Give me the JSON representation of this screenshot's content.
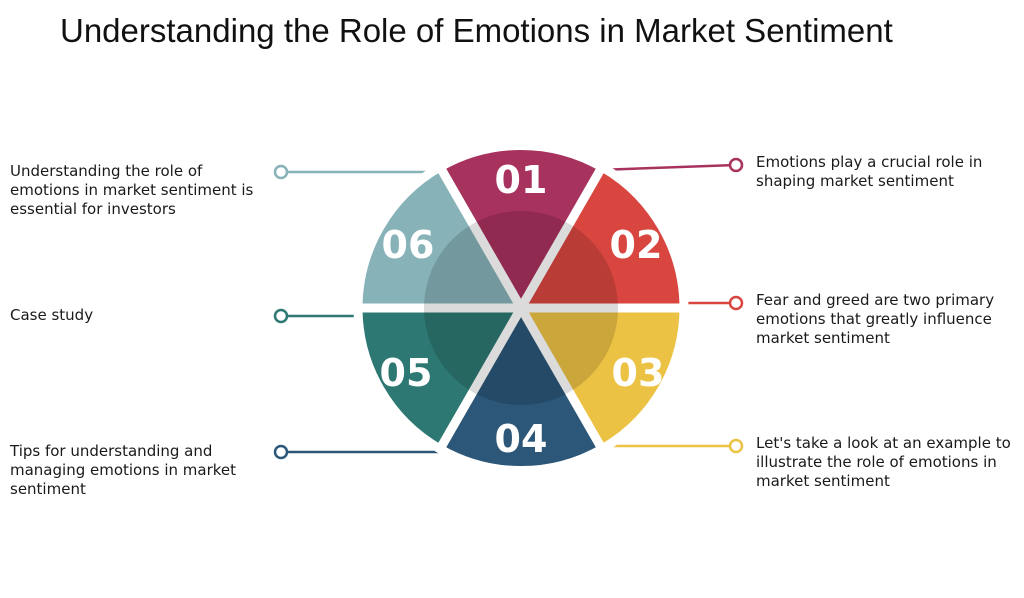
{
  "title": "Understanding the Role of Emotions in Market Sentiment",
  "segments": [
    {
      "number": "01",
      "color": "#a8325e",
      "text": "Emotions play a crucial role in shaping market sentiment"
    },
    {
      "number": "02",
      "color": "#d8463f",
      "text": "Fear and greed are two primary emotions that greatly influence market sentiment"
    },
    {
      "number": "03",
      "color": "#ecc245",
      "text": "Let's take a look at an example to illustrate the role of emotions in market sentiment"
    },
    {
      "number": "04",
      "color": "#2c5778",
      "text": "Tips for understanding and managing emotions in market sentiment"
    },
    {
      "number": "05",
      "color": "#2e7873",
      "text": "Case study"
    },
    {
      "number": "06",
      "color": "#86b2b8",
      "text": "Understanding the role of emotions in market sentiment is essential for investors"
    }
  ]
}
